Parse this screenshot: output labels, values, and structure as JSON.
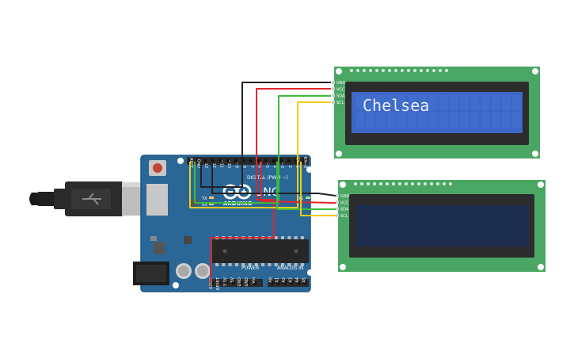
{
  "colors": {
    "board": "#2a6796",
    "board_edge": "#1f5680",
    "lcd_pcb": "#4aa763",
    "lcd_bezel": "#2c2c2c",
    "lcd_screen_on": "#3c67c8",
    "lcd_screen_off": "#1c2d4e",
    "wire_gnd": "#222222",
    "wire_vcc": "#e0252c",
    "wire_sda": "#3dba3d",
    "wire_scl": "#f0cc1a"
  },
  "arduino": {
    "logo": "UNO",
    "brand": "ARDUINO",
    "digital_label": "DIGITAL (PWM ~)",
    "tx_label": "TX",
    "rx_label": "RX",
    "on_label": "ON",
    "power_label": "POWER",
    "analog_label": "ANALOG IN",
    "digital_pins": [
      "AREF",
      "GND",
      "13",
      "12",
      "~11",
      "~10",
      "~9",
      "8",
      "7",
      "~6",
      "~5",
      "4",
      "~3",
      "2",
      "TX→1",
      "RX←0"
    ],
    "power_pins": [
      "IOREF",
      "RESET",
      "3.3V",
      "5V",
      "GND",
      "GND",
      "Vin"
    ],
    "analog_pins": [
      "A0",
      "A1",
      "A2",
      "A3",
      "A4",
      "A5"
    ],
    "icons": {
      "usb_plug": "usb-plug-icon",
      "reset_button": "reset-button-icon"
    }
  },
  "lcd1": {
    "text": "Chelsea",
    "pins": [
      "GND",
      "VCC",
      "SDA",
      "SCL"
    ]
  },
  "lcd2": {
    "text": "",
    "pins": [
      "GND",
      "VCC",
      "SDA",
      "SCL"
    ]
  }
}
